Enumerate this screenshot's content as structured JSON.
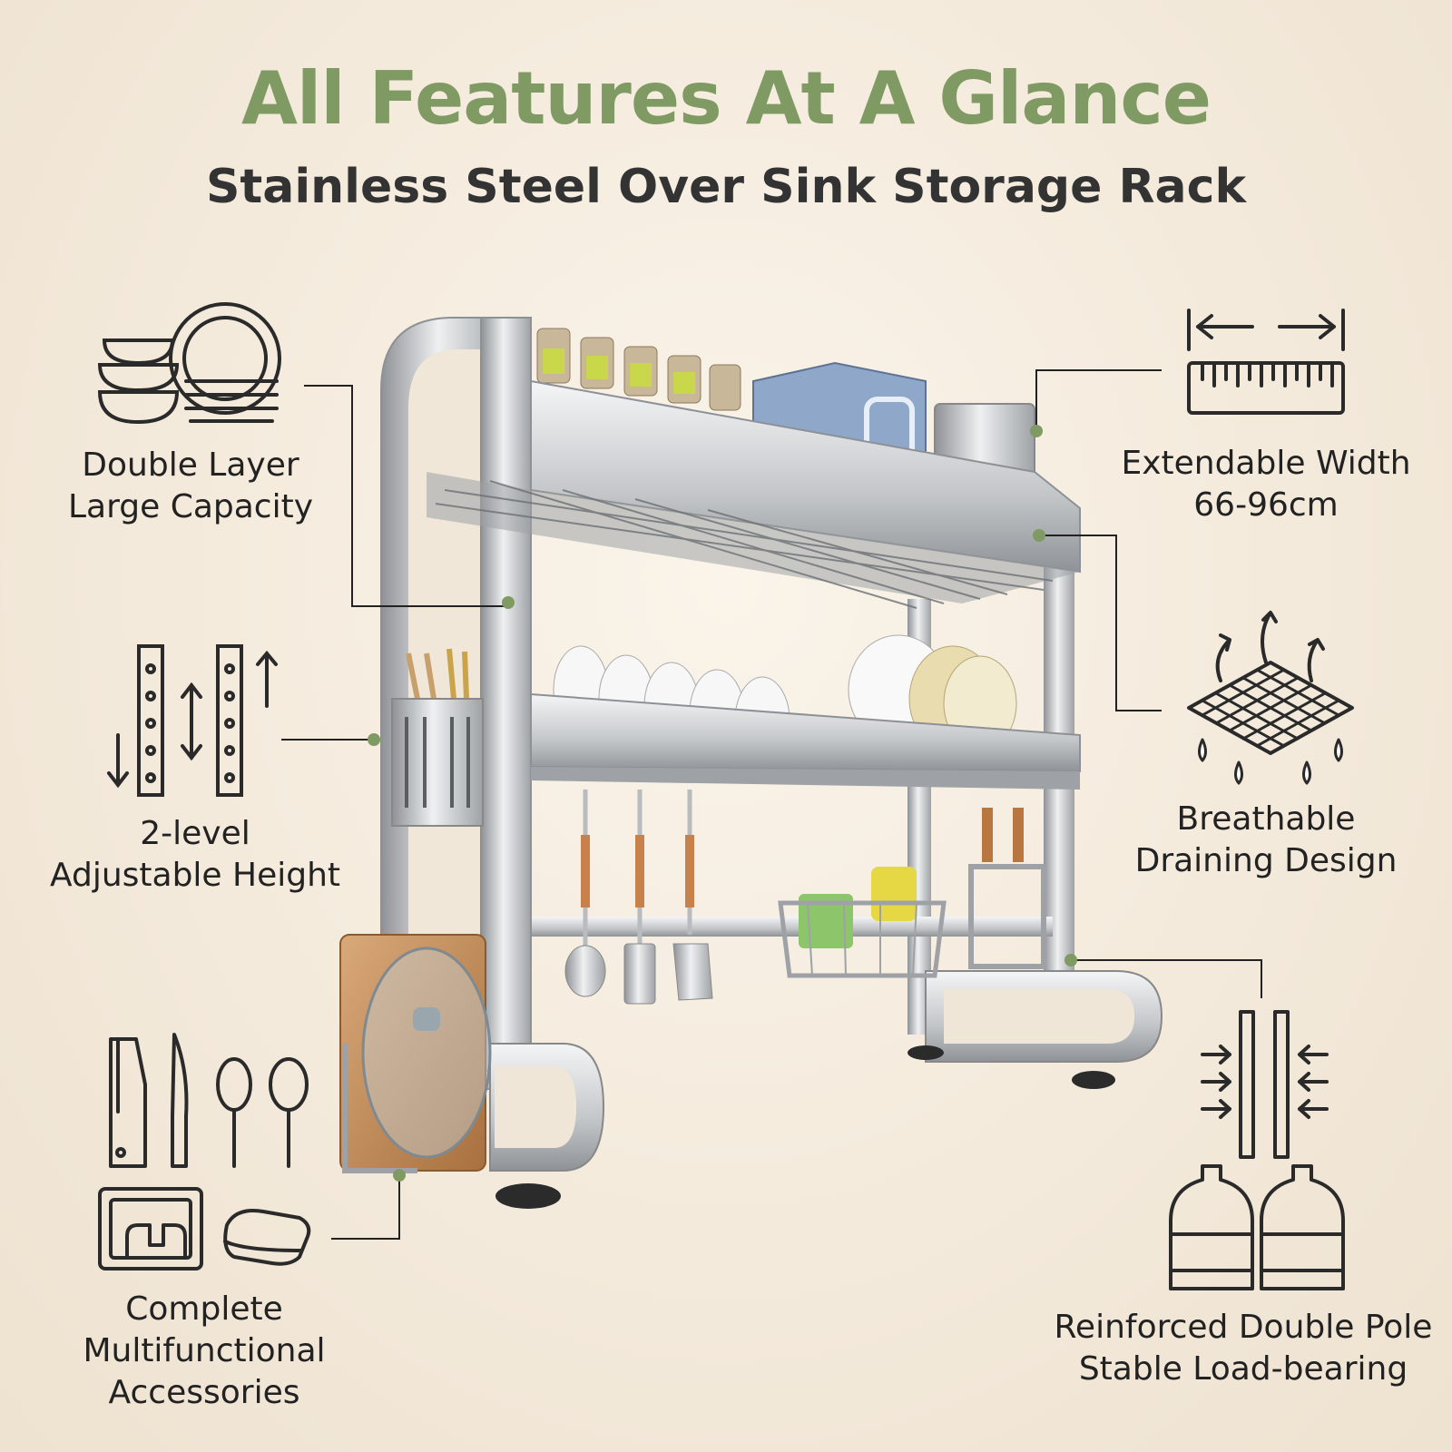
{
  "header": {
    "title": "All Features At A Glance",
    "subtitle": "Stainless Steel Over Sink Storage Rack"
  },
  "features": {
    "double_layer": {
      "line1": "Double Layer",
      "line2": "Large Capacity",
      "icon": "bowls-plates-icon"
    },
    "adjustable_height": {
      "line1": "2-level",
      "line2": "Adjustable Height",
      "icon": "height-adjust-icon"
    },
    "accessories": {
      "line1": "Complete",
      "line2": "Multifunctional",
      "line3": "Accessories",
      "icon": "kitchen-utensils-icon"
    },
    "extendable_width": {
      "line1": "Extendable Width",
      "line2": "66-96cm",
      "icon": "ruler-icon"
    },
    "draining": {
      "line1": "Breathable",
      "line2": "Draining Design",
      "icon": "drain-grid-icon"
    },
    "reinforced": {
      "line1": "Reinforced Double Pole",
      "line2": "Stable Load-bearing",
      "icon": "water-jugs-icon"
    }
  },
  "colors": {
    "accent": "#7f9a62",
    "text": "#222222",
    "steel": "#b9bcbf"
  }
}
